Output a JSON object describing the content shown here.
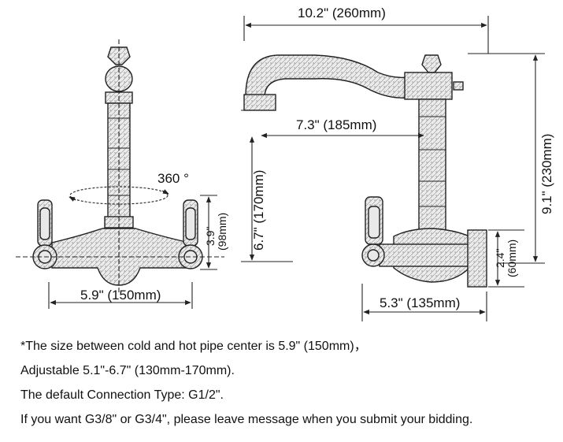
{
  "dimensions": {
    "top_width": "10.2\" (260mm)",
    "spout_reach": "7.3\" (185mm)",
    "total_height": "9.1\" (230mm)",
    "spout_height": "6.7\" (170mm)",
    "handle_height_in": "3.9\"",
    "handle_height_mm": "(98mm)",
    "center_distance": "5.9\" (150mm)",
    "wall_depth": "5.3\" (135mm)",
    "wall_plate_in": "2.4\"",
    "wall_plate_mm": "(60mm)",
    "rotation": "360 °"
  },
  "notes": [
    "*The size between cold and hot pipe center is 5.9\" (150mm)，",
    "Adjustable 5.1\"-6.7\" (130mm-170mm).",
    "The default Connection Type: G1/2\".",
    "If you want G3/8\" or G3/4\", please leave message when you submit your bidding."
  ]
}
